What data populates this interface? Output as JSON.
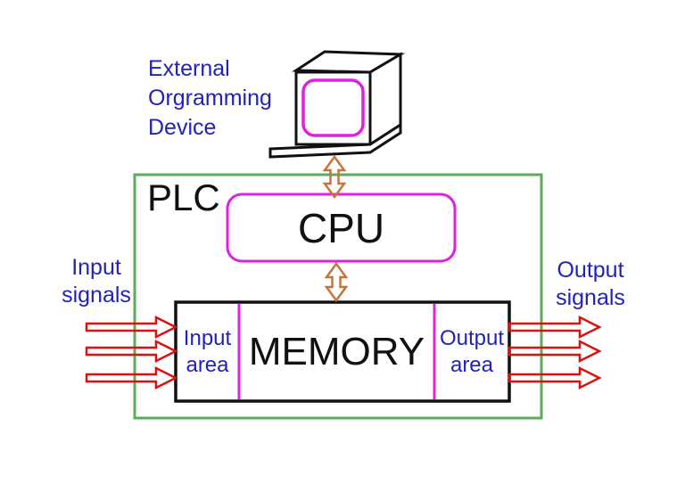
{
  "colors": {
    "blue_text": "#2222bb",
    "black": "#111111",
    "green_border": "#5cac5c",
    "magenta": "#e120e1",
    "red_arrow": "#dd1010",
    "orange_arrow": "#c6743c",
    "background": "#ffffff"
  },
  "device": {
    "line1": "External",
    "line2": "Orgramming",
    "line3": "Device",
    "icon": "crt-computer-with-keyboard"
  },
  "plc": {
    "label": "PLC"
  },
  "cpu": {
    "label": "CPU"
  },
  "memory": {
    "label": "MEMORY"
  },
  "input_area": {
    "line1": "Input",
    "line2": "area"
  },
  "output_area": {
    "line1": "Output",
    "line2": "area"
  },
  "input_signals": {
    "line1": "Input",
    "line2": "signals",
    "arrow_count": 3
  },
  "output_signals": {
    "line1": "Output",
    "line2": "signals",
    "arrow_count": 3
  },
  "connections": {
    "device_to_cpu": "bidirectional",
    "cpu_to_memory": "bidirectional"
  }
}
